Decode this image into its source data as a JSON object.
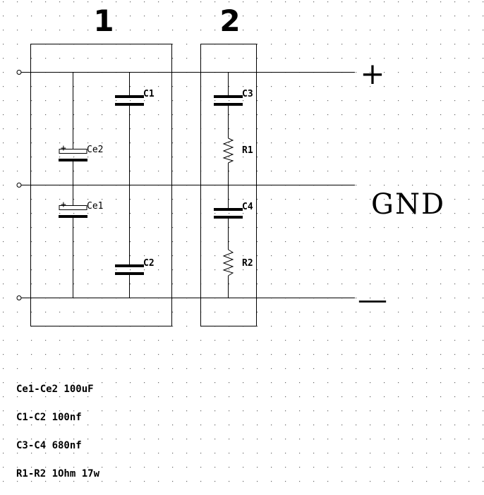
{
  "sections": [
    "1",
    "2"
  ],
  "terminals": {
    "plus": "+",
    "gnd": "GND",
    "minus": "—"
  },
  "components": {
    "c1": "C1",
    "c2": "C2",
    "c3": "C3",
    "c4": "C4",
    "ce1": "Ce1",
    "ce2": "Ce2",
    "r1": "R1",
    "r2": "R2",
    "polarity": "+"
  },
  "notes": [
    "Ce1-Ce2 100uF",
    "C1-C2 100nf",
    "C3-C4 680nf",
    "R1-R2 1Ohm 17w"
  ]
}
